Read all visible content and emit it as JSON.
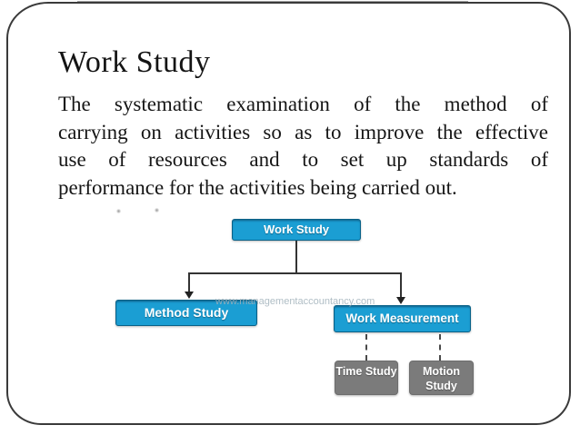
{
  "slide": {
    "title": "Work Study",
    "body_lines": [
      "The systematic examination of the method of",
      "carrying on activities so as to improve the effective",
      "use of resources and to set up standards of",
      "performance for the activities being carried out."
    ]
  },
  "diagram": {
    "watermark": "www.managementaccountancy.com",
    "nodes": {
      "work_study": "Work Study",
      "method_study": "Method Study",
      "work_measurement": "Work Measurement",
      "time_study": "Time Study",
      "motion_study": "Motion Study"
    }
  },
  "colors": {
    "node_cyan": "#1b9ed3",
    "node_cyan_dark": "#0a6288",
    "node_gray": "#7b7b7b",
    "connector": "#333333",
    "frame": "#3a3a3a",
    "watermark": "#a2b2bb"
  }
}
